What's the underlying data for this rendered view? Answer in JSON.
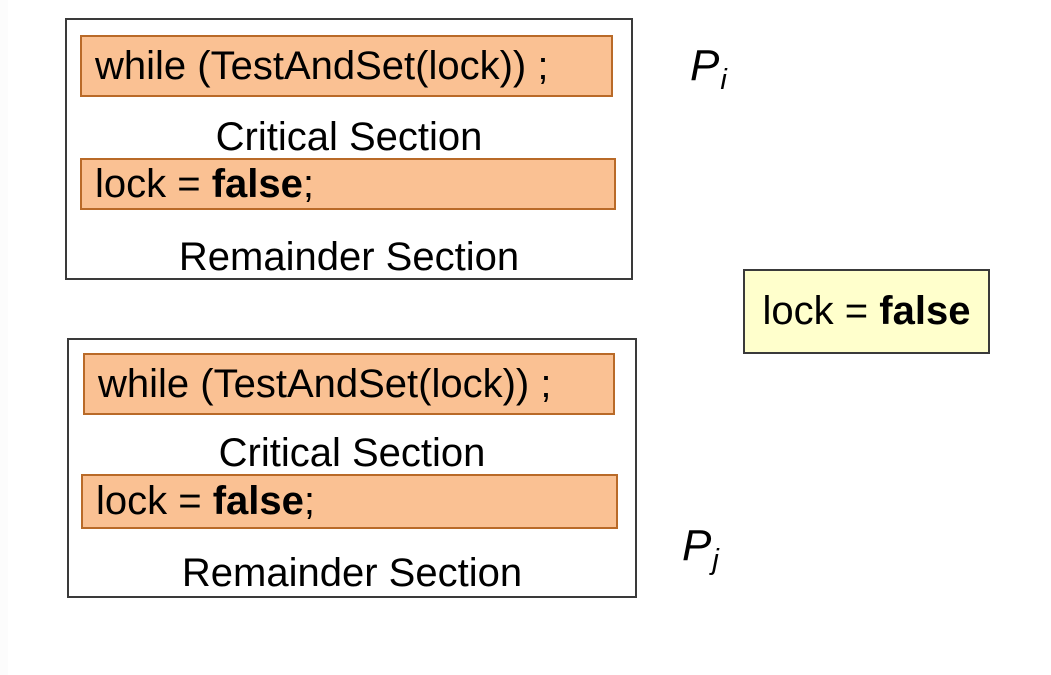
{
  "colors": {
    "background": "#ffffff",
    "box_border": "#3a3a3a",
    "orange_fill": "#fac193",
    "orange_border": "#b96a28",
    "yellow_fill": "#ffffcc",
    "text": "#000000"
  },
  "processes": [
    {
      "label": "P",
      "subscript": "i",
      "while_statement": "while (TestAndSet(lock)) ;",
      "critical_section": "Critical Section",
      "lock_assignment": {
        "prefix": "lock = ",
        "keyword": "false",
        "suffix": ";"
      },
      "remainder_section": "Remainder Section"
    },
    {
      "label": "P",
      "subscript": "j",
      "while_statement": "while (TestAndSet(lock)) ;",
      "critical_section": "Critical Section",
      "lock_assignment": {
        "prefix": "lock = ",
        "keyword": "false",
        "suffix": ";"
      },
      "remainder_section": "Remainder Section"
    }
  ],
  "shared_lock": {
    "prefix": "lock = ",
    "keyword": "false"
  }
}
